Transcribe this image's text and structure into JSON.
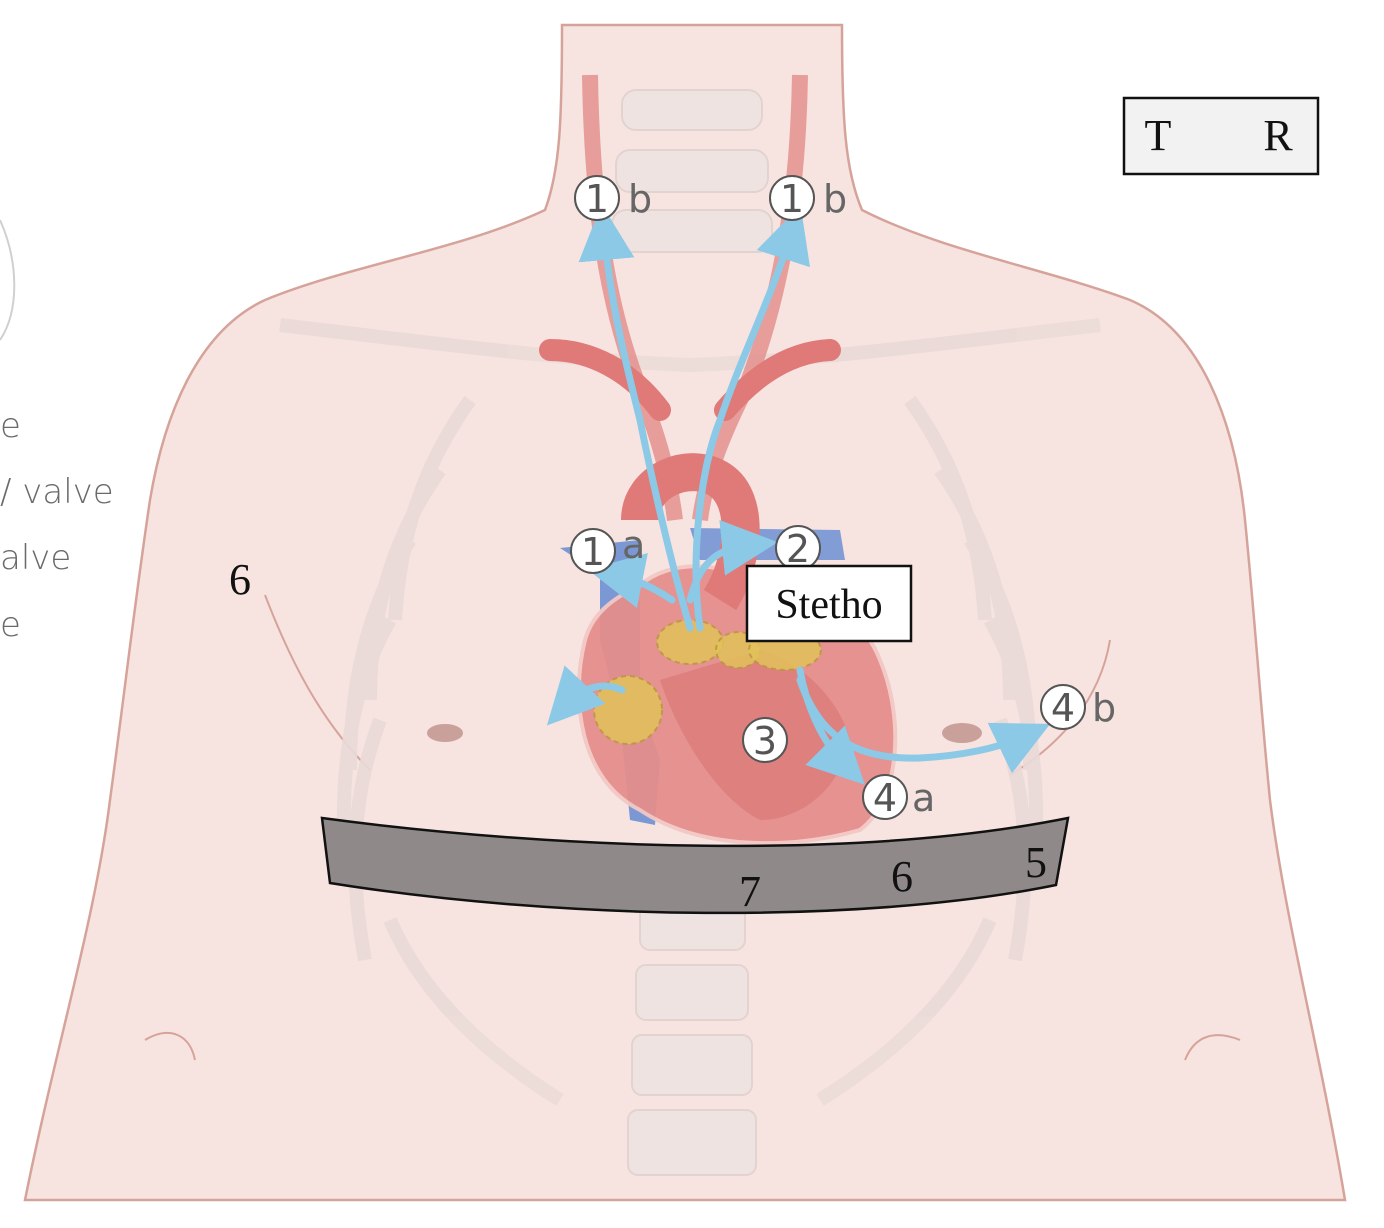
{
  "legend": {
    "line1": "e",
    "line2": "/ valve",
    "line3": "alve",
    "line4": "e"
  },
  "markers": {
    "m1b_left": {
      "num": "1",
      "suffix": "b"
    },
    "m1b_right": {
      "num": "1",
      "suffix": "b"
    },
    "m1a": {
      "num": "1",
      "suffix": "a"
    },
    "m2": {
      "num": "2",
      "suffix": ""
    },
    "m3": {
      "num": "3",
      "suffix": ""
    },
    "m4a": {
      "num": "4",
      "suffix": "a"
    },
    "m4b": {
      "num": "4",
      "suffix": "b"
    }
  },
  "labels": {
    "top_box_left": "T",
    "top_box_right": "R",
    "stetho": "Stetho",
    "six_left": "6",
    "band_7": "7",
    "band_6": "6",
    "band_5": "5"
  },
  "colors": {
    "skin": "#f7e4e0",
    "skin_outline": "#d49a92",
    "artery": "#e07a78",
    "vein": "#6d8fd3",
    "flow": "#8cc9e6",
    "valve": "#e2c25a",
    "band": "#8f8a89"
  }
}
